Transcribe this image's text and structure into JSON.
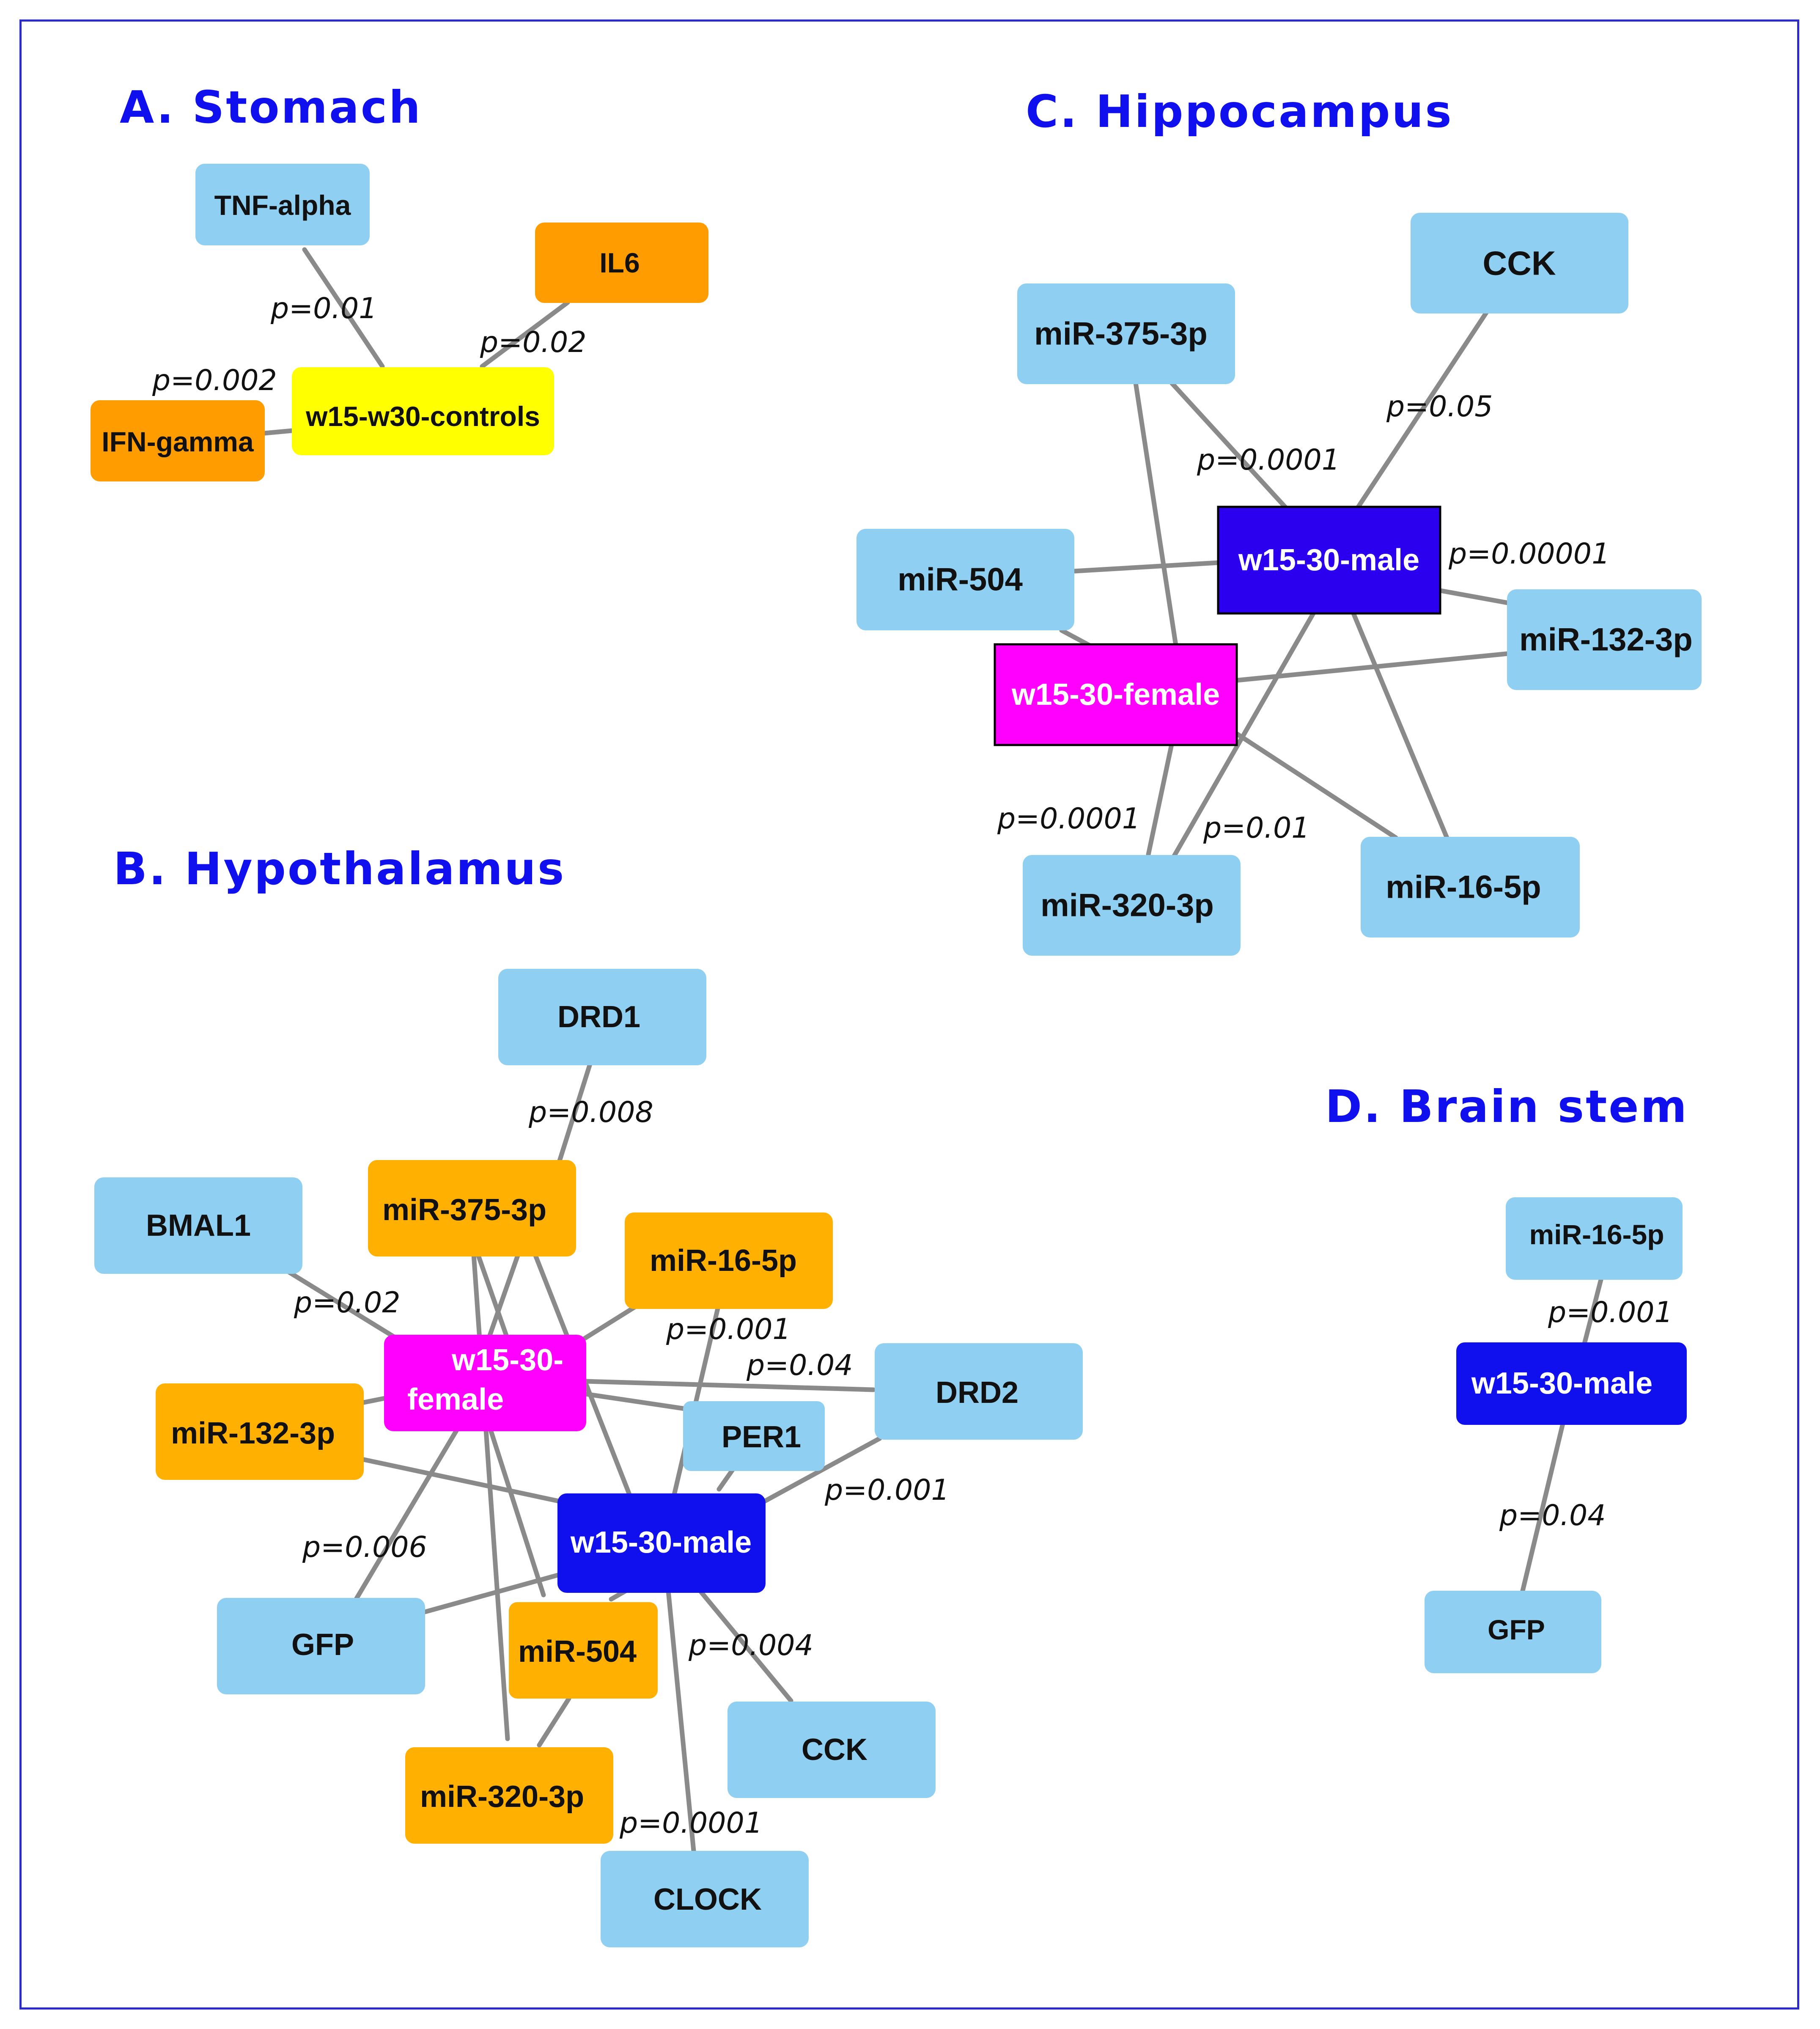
{
  "colors": {
    "frame": "#2c2ccc",
    "title": "#1010ee",
    "edge": "#8a8a8a",
    "light_blue": "#8ecff2",
    "orange": "#ff9d00",
    "amber": "#ffb000",
    "yellow": "#ffff00",
    "male_blue": "#1010ee",
    "male_indigo": "#2a00ee",
    "female_magenta": "#ff00ff"
  },
  "panels": {
    "stomach": {
      "title": "A. Stomach",
      "nodes": {
        "tnf": "TNF-alpha",
        "il6": "IL6",
        "ifn": "IFN-gamma",
        "center": "w15-w30-controls"
      },
      "pvalues": {
        "tnf": "p=0.01",
        "il6": "p=0.02",
        "ifn": "p=0.002"
      }
    },
    "hippocampus": {
      "title": "C. Hippocampus",
      "nodes": {
        "cck": "CCK",
        "mir375": "miR-375-3p",
        "mir504": "miR-504",
        "male": "w15-30-male",
        "female": "w15-30-female",
        "mir132": "miR-132-3p",
        "mir320": "miR-320-3p",
        "mir16": "miR-16-5p"
      },
      "pvalues": {
        "cck": "p=0.05",
        "mir375": "p=0.0001",
        "mir132": "p=0.00001",
        "mir320_female": "p=0.0001",
        "mir320_male": "p=0.01"
      }
    },
    "hypothalamus": {
      "title": "B. Hypothalamus",
      "nodes": {
        "drd1": "DRD1",
        "bmal1": "BMAL1",
        "mir375": "miR-375-3p",
        "mir16": "miR-16-5p",
        "female_line1": "w15-30-",
        "female_line2": "female",
        "drd2": "DRD2",
        "mir132": "miR-132-3p",
        "per1": "PER1",
        "male": "w15-30-male",
        "gfp": "GFP",
        "mir504": "miR-504",
        "cck": "CCK",
        "mir320": "miR-320-3p",
        "clock": "CLOCK"
      },
      "pvalues": {
        "drd1": "p=0.008",
        "bmal1": "p=0.02",
        "mir16": "p=0.001",
        "drd2": "p=0.04",
        "drd2_male": "p=0.001",
        "gfp": "p=0.006",
        "cck": "p=0.004",
        "clock": "p=0.0001"
      }
    },
    "brainstem": {
      "title": "D. Brain stem",
      "nodes": {
        "mir16": "miR-16-5p",
        "male": "w15-30-male",
        "gfp": "GFP"
      },
      "pvalues": {
        "mir16": "p=0.001",
        "gfp": "p=0.04"
      }
    }
  }
}
